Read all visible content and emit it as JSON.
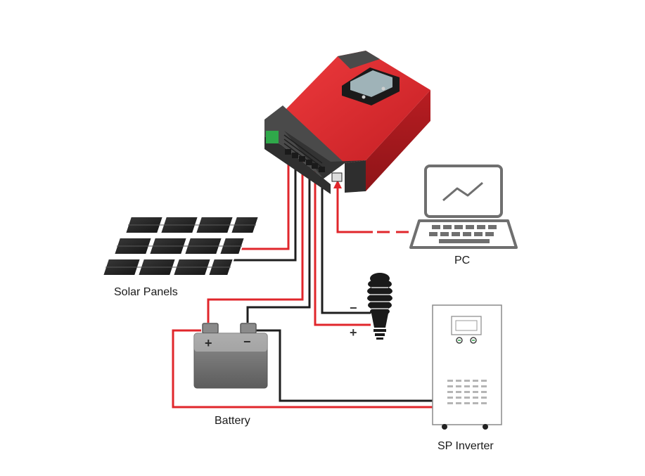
{
  "labels": {
    "solar": "Solar Panels",
    "battery": "Battery",
    "pc": "PC",
    "inverter": "SP Inverter",
    "battery_plus": "+",
    "battery_minus": "−",
    "load_plus": "+",
    "load_minus": "−"
  },
  "colors": {
    "positive_wire": "#e0262b",
    "negative_wire": "#1e1e1e",
    "controller_body": "#d7262b",
    "controller_dark": "#3b3b3b",
    "icon_gray": "#6f6f6f"
  }
}
